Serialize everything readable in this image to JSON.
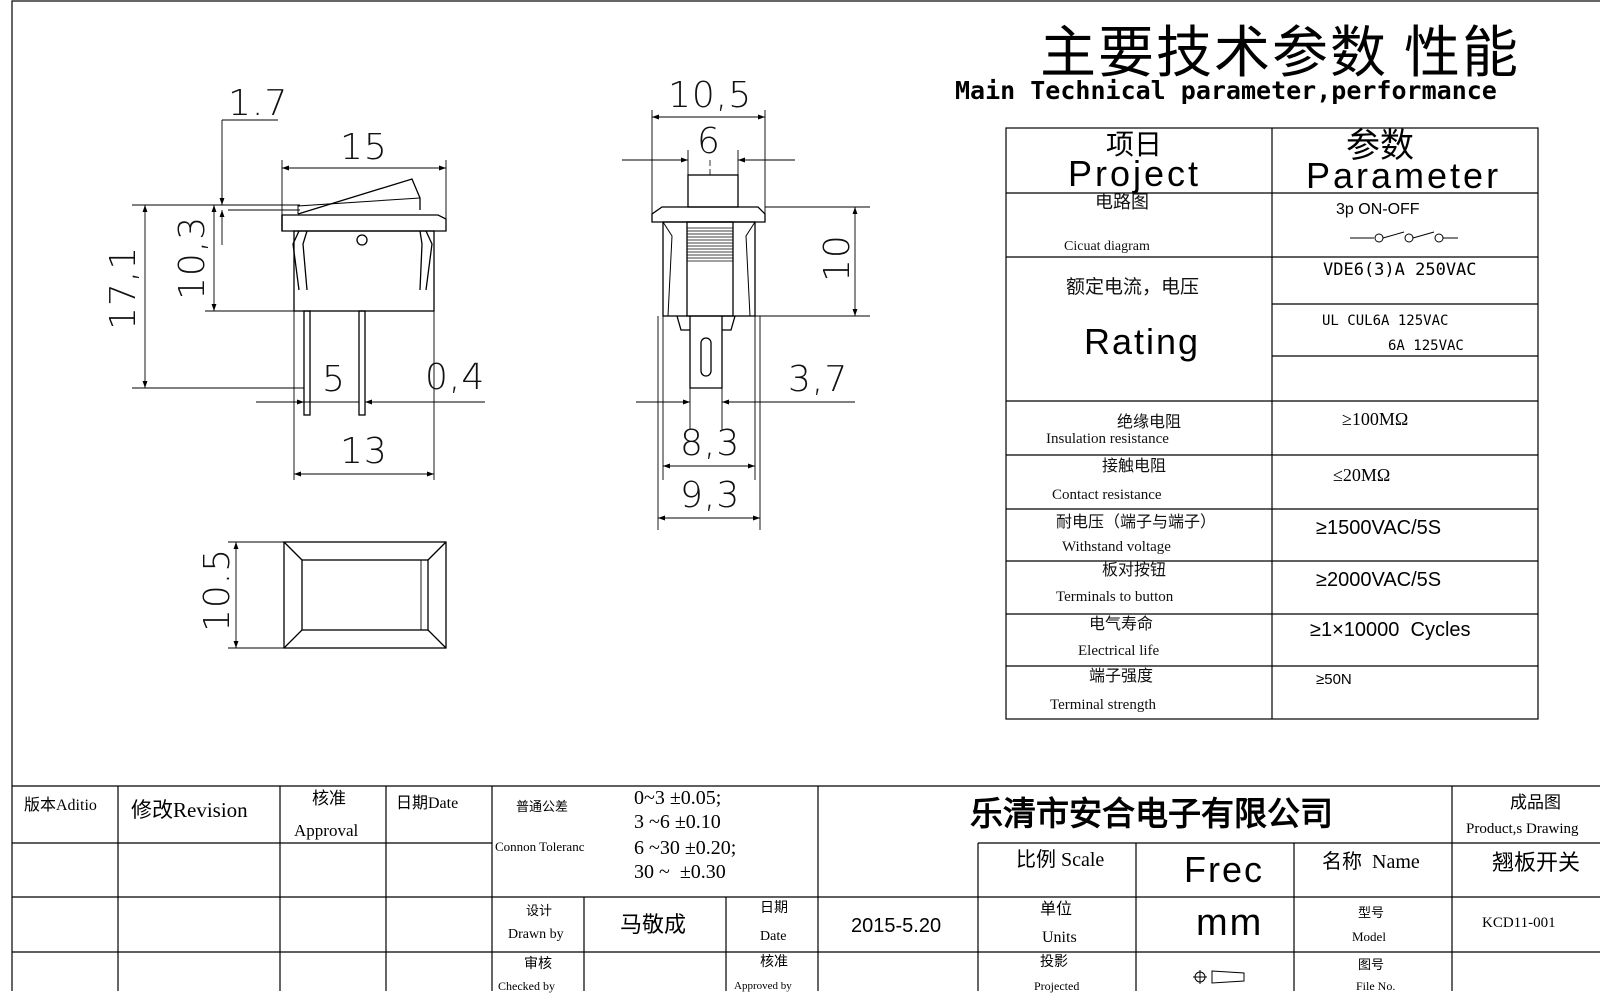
{
  "header": {
    "title_cn": "主要技术参数 性能",
    "title_en": "Main Technical parameter,performance"
  },
  "dimensions": {
    "front": {
      "d_1_7": "1.7",
      "d_15": "15",
      "d_10_3": "10,3",
      "d_17_1": "17,1",
      "d_5": "5",
      "d_0_4": "0,4",
      "d_13": "13"
    },
    "side": {
      "d_10_5": "10,5",
      "d_6": "6",
      "d_10": "10",
      "d_3_7": "3,7",
      "d_8_3": "8,3",
      "d_9_3": "9,3"
    },
    "cutout": {
      "d_10_5": "10.5"
    }
  },
  "spec_table": {
    "header": {
      "item_cn": "项日",
      "item_en": "Project",
      "param_cn": "参数",
      "param_en": "Parameter"
    },
    "rows": [
      {
        "label_cn": "电路图",
        "label_en": "Cicuat diagram",
        "value": "3p ON-OFF"
      },
      {
        "label_cn": "额定电流，电压",
        "label_en": "Rating",
        "values": [
          "VDE6(3)A 250VAC",
          "UL CUL6A 125VAC",
          "6A 125VAC",
          ""
        ]
      },
      {
        "label_cn": "绝缘电阻",
        "label_en": "Insulation resistance",
        "value": "≥100MΩ"
      },
      {
        "label_cn": "接触电阻",
        "label_en": "Contact resistance",
        "value": "≤20MΩ"
      },
      {
        "label_cn": "耐电压（端子与端子）",
        "label_en": "Withstand voltage",
        "value": "≥1500VAC/5S"
      },
      {
        "label_cn": "板对按钮",
        "label_en": "Terminals to button",
        "value": "≥2000VAC/5S"
      },
      {
        "label_cn": "电气寿命",
        "label_en": "Electrical life",
        "value": "≥1×10000  Cycles"
      },
      {
        "label_cn": "端子强度",
        "label_en": "Terminal strength",
        "value": "≥50N"
      }
    ]
  },
  "title_block": {
    "edition": "版本Aditio",
    "revision": "修改Revision",
    "approval_cn": "核准",
    "approval_en": "Approval",
    "date_cn": "日期Date",
    "tolerance_cn": "普通公差",
    "tolerance_en": "Connon Toleranc",
    "tolerances": [
      "0~3 ±0.05;",
      "3 ~6 ±0.10",
      "6 ~30 ±0.20;",
      "30 ~  ±0.30"
    ],
    "company": "乐清市安合电子有限公司",
    "product_cn": "成品图",
    "product_en": "Product,s Drawing",
    "scale_label": "比例 Scale",
    "scale_value": "Frec",
    "name_label": "名称  Name",
    "name_value": "翘板开关",
    "drawn_cn": "设计",
    "drawn_en": "Drawn by",
    "drawn_value": "马敬成",
    "date2_cn": "日期",
    "date2_en": "Date",
    "date2_value": "2015-5.20",
    "units_cn": "单位",
    "units_en": "Units",
    "units_value": "mm",
    "model_cn": "型号",
    "model_en": "Model",
    "model_value": "KCD11-001",
    "checked_cn": "审核",
    "checked_en": "Checked by",
    "approved_cn": "核准",
    "approved_en": "Approved by",
    "projected_cn": "投影",
    "projected_en": "Projected",
    "fileno_cn": "图号",
    "fileno_en": "File No."
  }
}
